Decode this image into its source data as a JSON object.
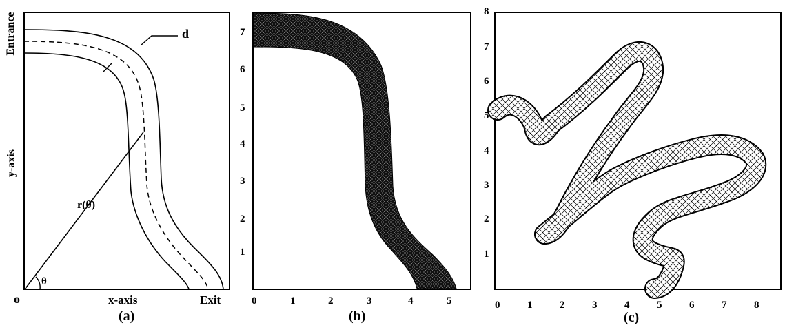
{
  "panel_a": {
    "label": "(a)",
    "entrance_label": "Entrance",
    "exit_label": "Exit",
    "x_axis_label": "x-axis",
    "y_axis_label": "y-axis",
    "origin_label": "o",
    "theta_label": "θ",
    "radius_label": "r(θ)",
    "width_label": "d"
  },
  "panel_b": {
    "label": "(b)",
    "x_ticks": [
      "0",
      "1",
      "2",
      "3",
      "4",
      "5"
    ],
    "y_ticks": [
      "1",
      "2",
      "3",
      "4",
      "5",
      "6",
      "7"
    ]
  },
  "panel_c": {
    "label": "(c)",
    "x_ticks": [
      "0",
      "1",
      "2",
      "3",
      "4",
      "5",
      "6",
      "7",
      "8"
    ],
    "y_ticks": [
      "1",
      "2",
      "3",
      "4",
      "5",
      "6",
      "7",
      "8"
    ]
  }
}
